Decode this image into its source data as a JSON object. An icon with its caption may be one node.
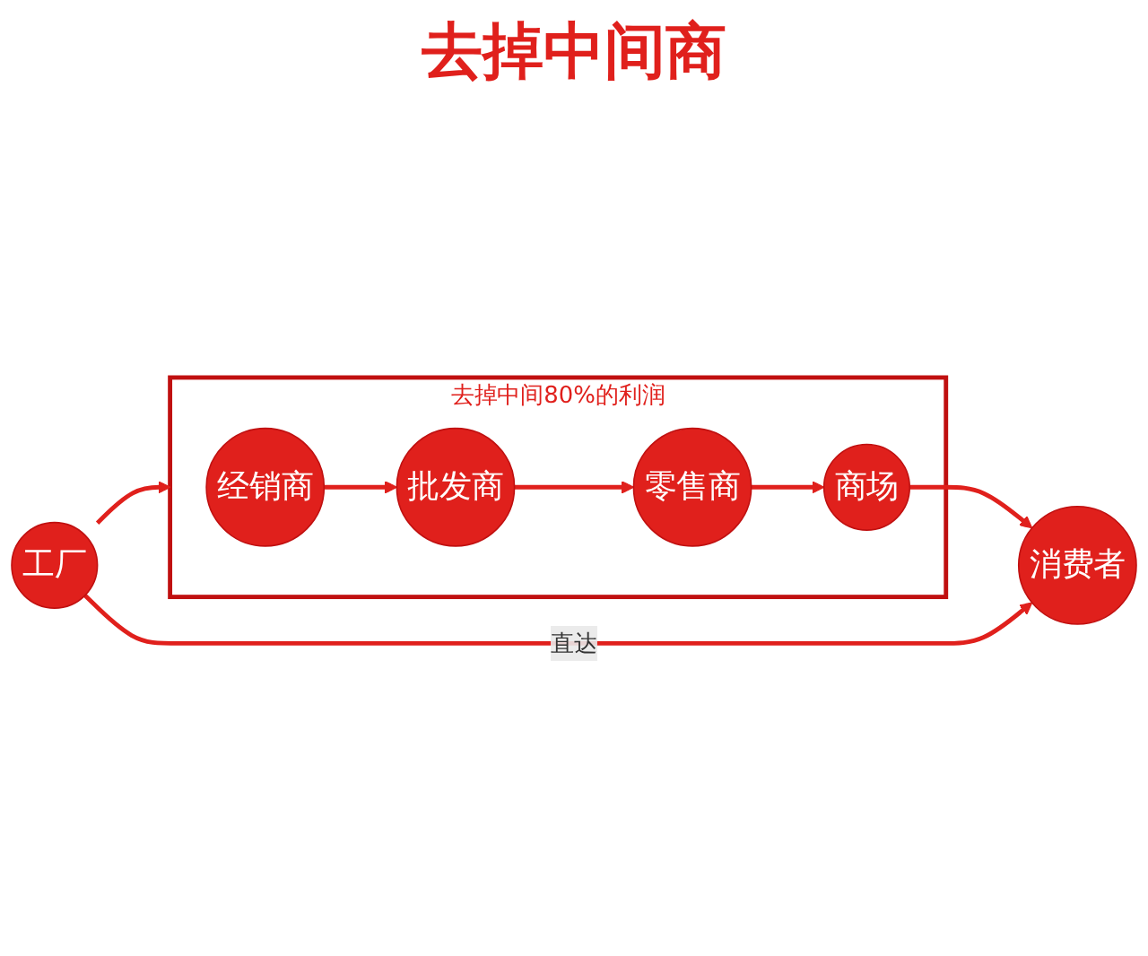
{
  "diagram": {
    "title": "去掉中间商",
    "nodes": [
      {
        "text": [
          "工厂"
        ]
      },
      {
        "text": [
          "去掉中间80%的利润"
        ]
      },
      {
        "text": [
          "经销商"
        ],
        "in": 1
      },
      {
        "text": [
          "批发商"
        ],
        "in": 1
      },
      {
        "text": [
          "零售商"
        ],
        "in": 1
      },
      {
        "text": [
          "商场"
        ],
        "in": 1
      },
      {
        "text": [
          "消费者"
        ]
      }
    ],
    "edges": [
      {
        "from": 0,
        "to": 1,
        "arrow": "to"
      },
      {
        "from": 2,
        "to": 3,
        "arrow": "to"
      },
      {
        "from": 3,
        "to": 4,
        "arrow": "to"
      },
      {
        "from": 4,
        "to": 5,
        "arrow": "to"
      },
      {
        "from": 5,
        "to": 6,
        "arrow": "to"
      },
      {
        "from": 0,
        "to": 6,
        "arrow": "to",
        "label": "直达"
      }
    ]
  }
}
